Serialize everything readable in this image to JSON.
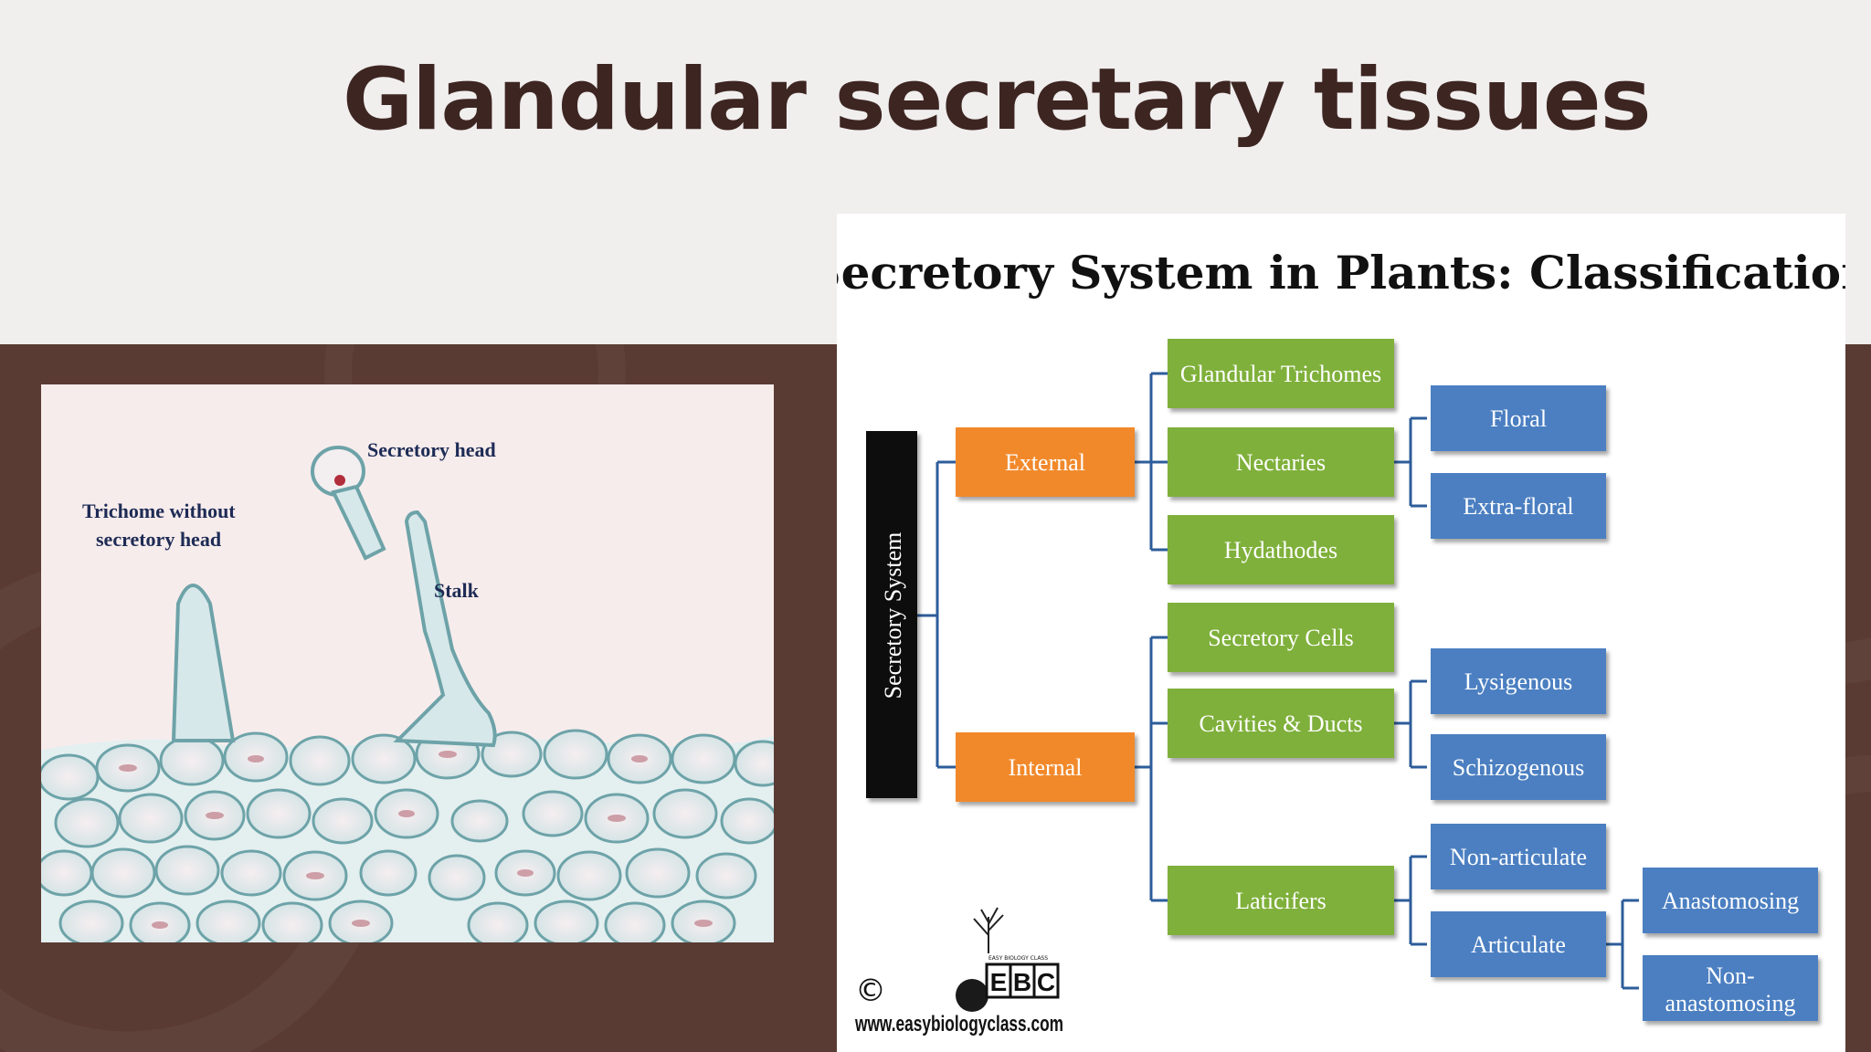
{
  "slide": {
    "title": "Glandular secretary tissues"
  },
  "micrograph": {
    "labels": {
      "secretory_head": "Secretory head",
      "trichome_line1": "Trichome without",
      "trichome_line2": "secretory head",
      "stalk": "Stalk"
    }
  },
  "classification": {
    "title": "Secretory System in Plants: Classification",
    "root": "Secretory System",
    "external": {
      "label": "External",
      "children": [
        "Glandular Trichomes",
        "Nectaries",
        "Hydathodes"
      ],
      "nectaries_children": [
        "Floral",
        "Extra-floral"
      ]
    },
    "internal": {
      "label": "Internal",
      "children": [
        "Secretory Cells",
        "Cavities & Ducts",
        "Laticifers"
      ],
      "cavities_children": [
        "Lysigenous",
        "Schizogenous"
      ],
      "laticifers_children": [
        "Non-articulate",
        "Articulate"
      ],
      "articulate_children_line": [
        "Anastomosing",
        "Non-",
        "anastomosing"
      ]
    },
    "logo": {
      "copyright": "©",
      "letters": [
        "E",
        "B",
        "C"
      ],
      "tagline": "EASY BIOLOGY CLASS",
      "url": "www.easybiologyclass.com"
    }
  },
  "colors": {
    "orange": "#f1892a",
    "green": "#7fb03a",
    "blue": "#4b7fc1",
    "root": "#0b0b0b",
    "connector": "#2d5d9a",
    "background": "#5a3b34"
  }
}
